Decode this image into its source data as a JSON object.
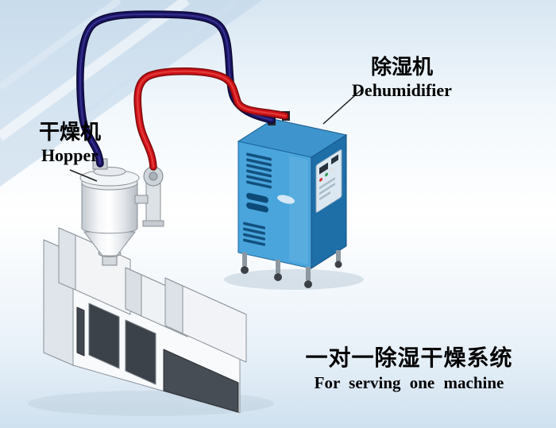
{
  "labels": {
    "dryer": {
      "zh": "干燥机",
      "en": "Hopper"
    },
    "dehumidifier": {
      "zh": "除湿机",
      "en": "Dehumidifier"
    },
    "caption": {
      "zh": "一对一除湿干燥系统",
      "en": "For serving one machine"
    }
  },
  "colors": {
    "pipe_hot_red": "#d01318",
    "pipe_cold_navy": "#1a1464",
    "cabinet_front_blue": "#4aa5dc",
    "cabinet_side_blue": "#1e6fa8",
    "cabinet_top_blue": "#3e95cd"
  },
  "components": {
    "left_unit": "hopper-dryer",
    "right_unit": "dehumidifier-cabinet",
    "base_unit": "extruder-machine",
    "red_hose": "hot-air-hose",
    "navy_hose": "return-air-hose"
  }
}
